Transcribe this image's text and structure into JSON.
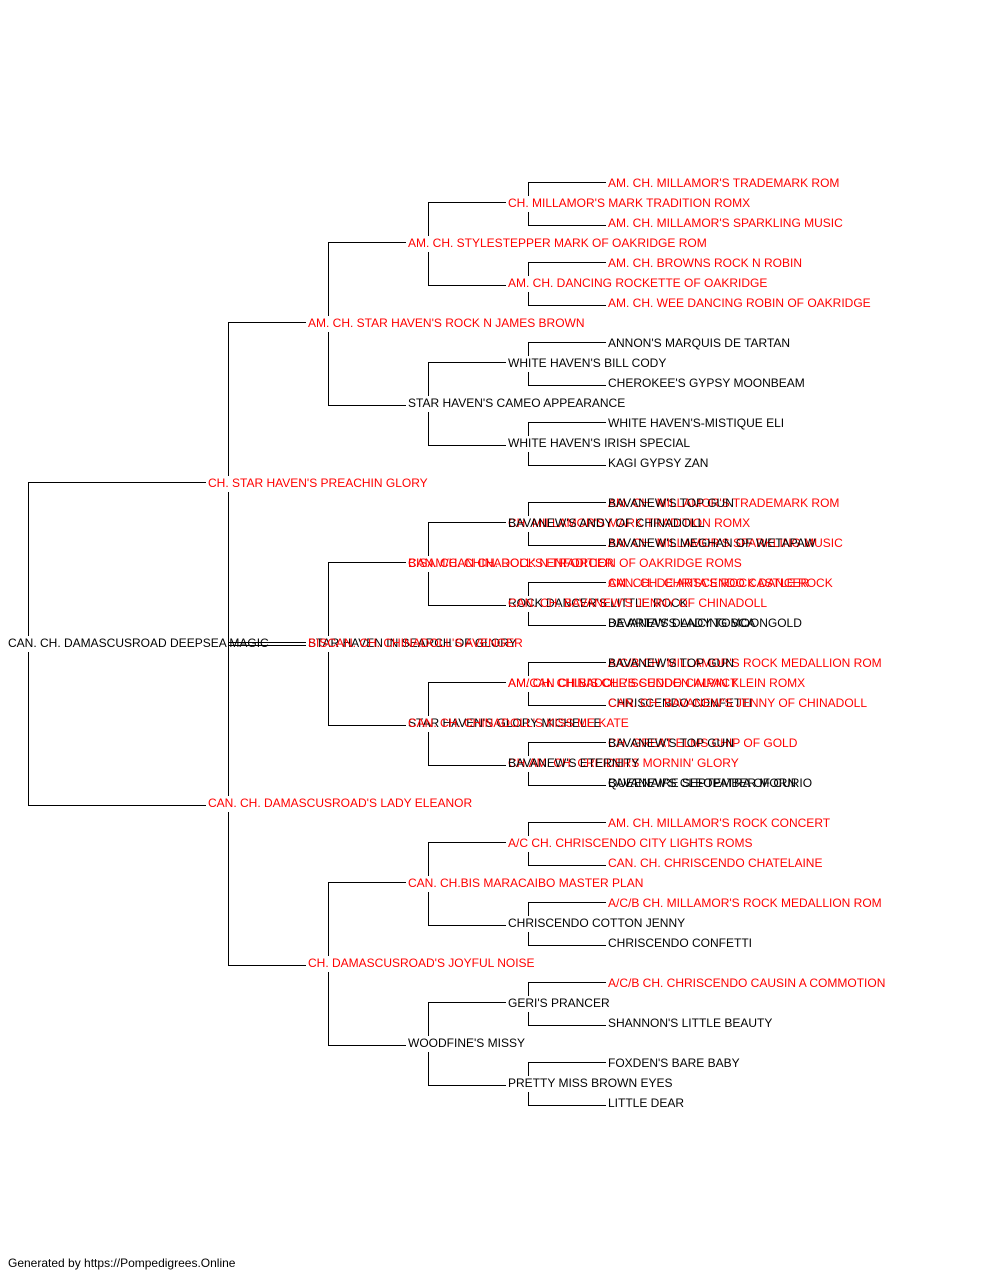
{
  "colors": {
    "champion": "#ff0000",
    "normal": "#000000",
    "line": "#000000"
  },
  "pedigree": {
    "name": "CAN. CH. DAMASCUSROAD DEEPSEA MAGIC",
    "champion": false,
    "sire": {
      "name": "CH. STAR HAVEN'S PREACHIN GLORY",
      "champion": true,
      "sire": {
        "name": "AM. CH. STAR HAVEN'S ROCK N JAMES BROWN",
        "champion": true,
        "sire": {
          "name": "AM. CH. STYLESTEPPER MARK OF OAKRIDGE ROM",
          "champion": true,
          "sire": {
            "name": "CH. MILLAMOR'S MARK TRADITION ROMX",
            "champion": true,
            "sire": {
              "name": "AM. CH. MILLAMOR'S TRADEMARK ROM",
              "champion": true
            },
            "dam": {
              "name": "AM. CH. MILLAMOR'S SPARKLING MUSIC",
              "champion": true
            }
          },
          "dam": {
            "name": "AM. CH. DANCING ROCKETTE OF OAKRIDGE",
            "champion": true,
            "sire": {
              "name": "AM. CH. BROWNS ROCK N ROBIN",
              "champion": true
            },
            "dam": {
              "name": "AM. CH. WEE DANCING ROBIN OF OAKRIDGE",
              "champion": true
            }
          }
        },
        "dam": {
          "name": "STAR HAVEN'S CAMEO APPEARANCE",
          "champion": false,
          "sire": {
            "name": "WHITE HAVEN'S BILL CODY",
            "champion": false,
            "sire": {
              "name": "ANNON'S MARQUIS DE TARTAN",
              "champion": false
            },
            "dam": {
              "name": "CHEROKEE'S GYPSY MOONBEAM",
              "champion": false
            }
          },
          "dam": {
            "name": "WHITE HAVEN'S IRISH SPECIAL",
            "champion": false,
            "sire": {
              "name": "WHITE HAVEN'S-MISTIQUE ELI",
              "champion": false
            },
            "dam": {
              "name": "KAGI GYPSY ZAN",
              "champion": false
            }
          }
        }
      },
      "dam": {
        "name": "STAR HAVEN IN SEARCH OF GLORY",
        "champion": false,
        "sire": {
          "name": "BISAM/CAN CH. ROCK N TRADITION OF OAKRIDGE ROMS",
          "champion": true,
          "sire": {
            "name": "CH. MILLAMOR'S MARK TRADITION ROMX",
            "champion": true,
            "sire": {
              "name": "AM. CH. MILLAMOR'S TRADEMARK ROM",
              "champion": true
            },
            "dam": {
              "name": "AM. CH. MILLAMOR'S SPARKLING MUSIC",
              "champion": true
            }
          },
          "dam": {
            "name": "ROCK DANCER'S LITTLE ROCK",
            "champion": false,
            "sire": {
              "name": "AM. CH. DE ARTA'S ROCK DANCER",
              "champion": true
            },
            "dam": {
              "name": "DE ARTA'S DANCING MOONGOLD",
              "champion": false
            }
          }
        },
        "dam": {
          "name": "STAR HAVEN'S GLORY MICHELLE",
          "champion": false,
          "sire": {
            "name": "AM/CAN CH.BIS CHRISCENDO CALVIN KLEIN ROMX",
            "champion": true,
            "sire": {
              "name": "A/C/B CH. MILLAMOR'S ROCK MEDALLION ROM",
              "champion": true
            },
            "dam": {
              "name": "CHRISCENDO CONFETTI",
              "champion": false
            }
          },
          "dam": {
            "name": "CH.AM. CH. CREIDERS MORNIN' GLORY",
            "champion": true,
            "sire": {
              "name": "CH. GREAT ELMS CHIP OF GOLD",
              "champion": true
            },
            "dam": {
              "name": "QUEENAIRE SEPTEMBER MORN",
              "champion": false
            }
          }
        }
      }
    },
    "dam": {
      "name": "CAN. CH. DAMASCUSROAD'S LADY ELEANOR",
      "champion": true,
      "sire": {
        "name": "BISCAN. CH. CHINADOLL'S AVENGER",
        "champion": true,
        "sire": {
          "name": "CAN. CH. CHINADOLL'S ENFORCER",
          "champion": true,
          "sire": {
            "name": "BAVANEW'S ANDY OF CHINADOLL",
            "champion": false,
            "sire": {
              "name": "BAVANEW'S TOP GUN",
              "champion": false
            },
            "dam": {
              "name": "BAVANEW'S MEGHAN OF WETAPAW",
              "champion": false
            }
          },
          "dam": {
            "name": "CAN. CH. BAVANEW'S JENNY OF CHINADOLL",
            "champion": true,
            "sire": {
              "name": "CAN. CH. CHRISCENDO CASTLE ROCK",
              "champion": true
            },
            "dam": {
              "name": "BAVANEW'S LADY TOSCA",
              "champion": false
            }
          }
        },
        "dam": {
          "name": "CAN. CH. CHINADOLL'S KISS ME KATE",
          "champion": true,
          "sire": {
            "name": "AM. CH. CHINADOLL'S SUDDEN IMPACT",
            "champion": true,
            "sire": {
              "name": "BAVANEW'S TOP GUN",
              "champion": false
            },
            "dam": {
              "name": "CAN. CH. BAVANEW'S JENNY OF CHINADOLL",
              "champion": true
            }
          },
          "dam": {
            "name": "BAVANEW'S ETERNITY",
            "champion": false,
            "sire": {
              "name": "BAVANEW'S TOP GUN",
              "champion": false
            },
            "dam": {
              "name": "BAVANEW'S CLEOPATRA OF CURIO",
              "champion": false
            }
          }
        }
      },
      "dam": {
        "name": "CH. DAMASCUSROAD'S JOYFUL NOISE",
        "champion": true,
        "sire": {
          "name": "CAN. CH.BIS MARACAIBO MASTER PLAN",
          "champion": true,
          "sire": {
            "name": "A/C CH. CHRISCENDO CITY LIGHTS ROMS",
            "champion": true,
            "sire": {
              "name": "AM. CH. MILLAMOR'S ROCK CONCERT",
              "champion": true
            },
            "dam": {
              "name": "CAN. CH. CHRISCENDO CHATELAINE",
              "champion": true
            }
          },
          "dam": {
            "name": "CHRISCENDO COTTON JENNY",
            "champion": false,
            "sire": {
              "name": "A/C/B CH. MILLAMOR'S ROCK MEDALLION ROM",
              "champion": true
            },
            "dam": {
              "name": "CHRISCENDO CONFETTI",
              "champion": false
            }
          }
        },
        "dam": {
          "name": "WOODFINE'S MISSY",
          "champion": false,
          "sire": {
            "name": "GERI'S PRANCER",
            "champion": false,
            "sire": {
              "name": "A/C/B CH. CHRISCENDO CAUSIN A COMMOTION",
              "champion": true
            },
            "dam": {
              "name": "SHANNON'S LITTLE BEAUTY",
              "champion": false
            }
          },
          "dam": {
            "name": "PRETTY MISS BROWN EYES",
            "champion": false,
            "sire": {
              "name": "FOXDEN'S BARE BABY",
              "champion": false
            },
            "dam": {
              "name": "LITTLE DEAR",
              "champion": false
            }
          }
        }
      }
    }
  },
  "footer": {
    "text": "Generated by https://Pompedigrees.Online"
  }
}
